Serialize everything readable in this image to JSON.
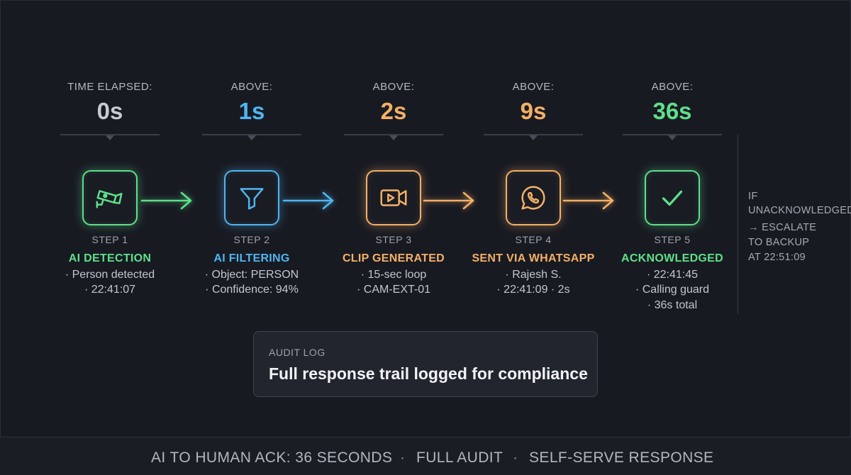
{
  "steps": [
    {
      "time_label": "TIME ELAPSED:",
      "time_value": "0s",
      "step_label": "STEP 1",
      "title": "AI DETECTION",
      "details": [
        "· Person detected",
        "· 22:41:07"
      ],
      "color": "#5ee08a",
      "value_color": "#c7cad1",
      "icon": "security-camera-icon"
    },
    {
      "time_label": "ABOVE:",
      "time_value": "1s",
      "step_label": "STEP 2",
      "title": "AI FILTERING",
      "details": [
        "· Object: PERSON",
        "· Confidence: 94%"
      ],
      "color": "#4fb6f0",
      "value_color": "#4fb6f0",
      "icon": "filter-icon"
    },
    {
      "time_label": "ABOVE:",
      "time_value": "2s",
      "step_label": "STEP 3",
      "title": "CLIP GENERATED",
      "details": [
        "· 15-sec loop",
        "· CAM-EXT-01"
      ],
      "color": "#f4b066",
      "value_color": "#f4b066",
      "icon": "video-clip-icon"
    },
    {
      "time_label": "ABOVE:",
      "time_value": "9s",
      "step_label": "STEP 4",
      "title": "SENT VIA WHATSAPP",
      "details": [
        "· Rajesh S.",
        "· 22:41:09 · 2s"
      ],
      "color": "#f4b066",
      "value_color": "#f4b066",
      "icon": "whatsapp-icon"
    },
    {
      "time_label": "ABOVE:",
      "time_value": "36s",
      "step_label": "STEP 5",
      "title": "ACKNOWLEDGED",
      "details": [
        "· 22:41:45",
        "· Calling guard",
        "· 36s total"
      ],
      "color": "#5ee08a",
      "value_color": "#5ee08a",
      "icon": "checkmark-icon"
    }
  ],
  "escalation": {
    "line1": "IF",
    "line2": "UNACKNOWLEDGED",
    "line3": "→ ESCALATE",
    "line4": "TO BACKUP",
    "line5": "AT 22:51:09"
  },
  "audit": {
    "label": "AUDIT LOG",
    "text": "Full response trail logged for compliance"
  },
  "footer": {
    "item1": "AI TO HUMAN ACK: 36 SECONDS",
    "item2": "FULL AUDIT",
    "item3": "SELF-SERVE RESPONSE",
    "separator": "·"
  },
  "arrow_colors": [
    "#5ee08a",
    "#4fb6f0",
    "#f4b066",
    "#f4b066"
  ]
}
